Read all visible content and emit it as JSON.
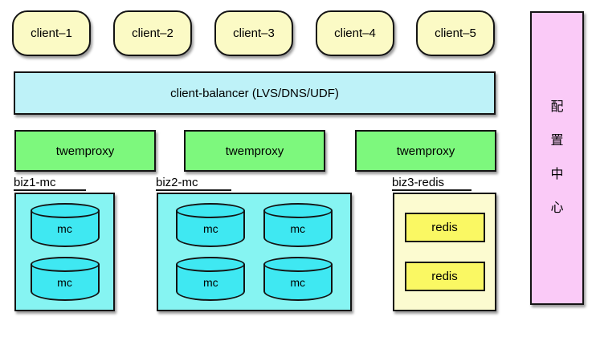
{
  "diagram": {
    "clients": [
      {
        "label": "client–1"
      },
      {
        "label": "client–2"
      },
      {
        "label": "client–3"
      },
      {
        "label": "client–4"
      },
      {
        "label": "client–5"
      }
    ],
    "balancer": {
      "label": "client-balancer (LVS/DNS/UDF)"
    },
    "proxies": [
      {
        "label": "twemproxy"
      },
      {
        "label": "twemproxy"
      },
      {
        "label": "twemproxy"
      }
    ],
    "clusters": [
      {
        "name": "biz1-mc",
        "type": "memcached",
        "nodes": [
          {
            "label": "mc"
          },
          {
            "label": "mc"
          }
        ]
      },
      {
        "name": "biz2-mc",
        "type": "memcached",
        "nodes": [
          {
            "label": "mc"
          },
          {
            "label": "mc"
          },
          {
            "label": "mc"
          },
          {
            "label": "mc"
          }
        ]
      },
      {
        "name": "biz3-redis",
        "type": "redis",
        "nodes": [
          {
            "label": "redis"
          },
          {
            "label": "redis"
          }
        ]
      }
    ],
    "config_center": {
      "label": "配置中心",
      "chars": [
        "配",
        "置",
        "中",
        "心"
      ]
    },
    "colors": {
      "client_fill": "#FBFAC5",
      "balancer_fill": "#BEF2F8",
      "proxy_fill": "#7DF87D",
      "mc_cluster_fill": "#86F4F2",
      "mc_node_fill": "#3FE8F2",
      "redis_cluster_fill": "#FCFBD0",
      "redis_node_fill": "#FAF863",
      "config_center_fill": "#FACAF7",
      "border": "#141414"
    }
  }
}
